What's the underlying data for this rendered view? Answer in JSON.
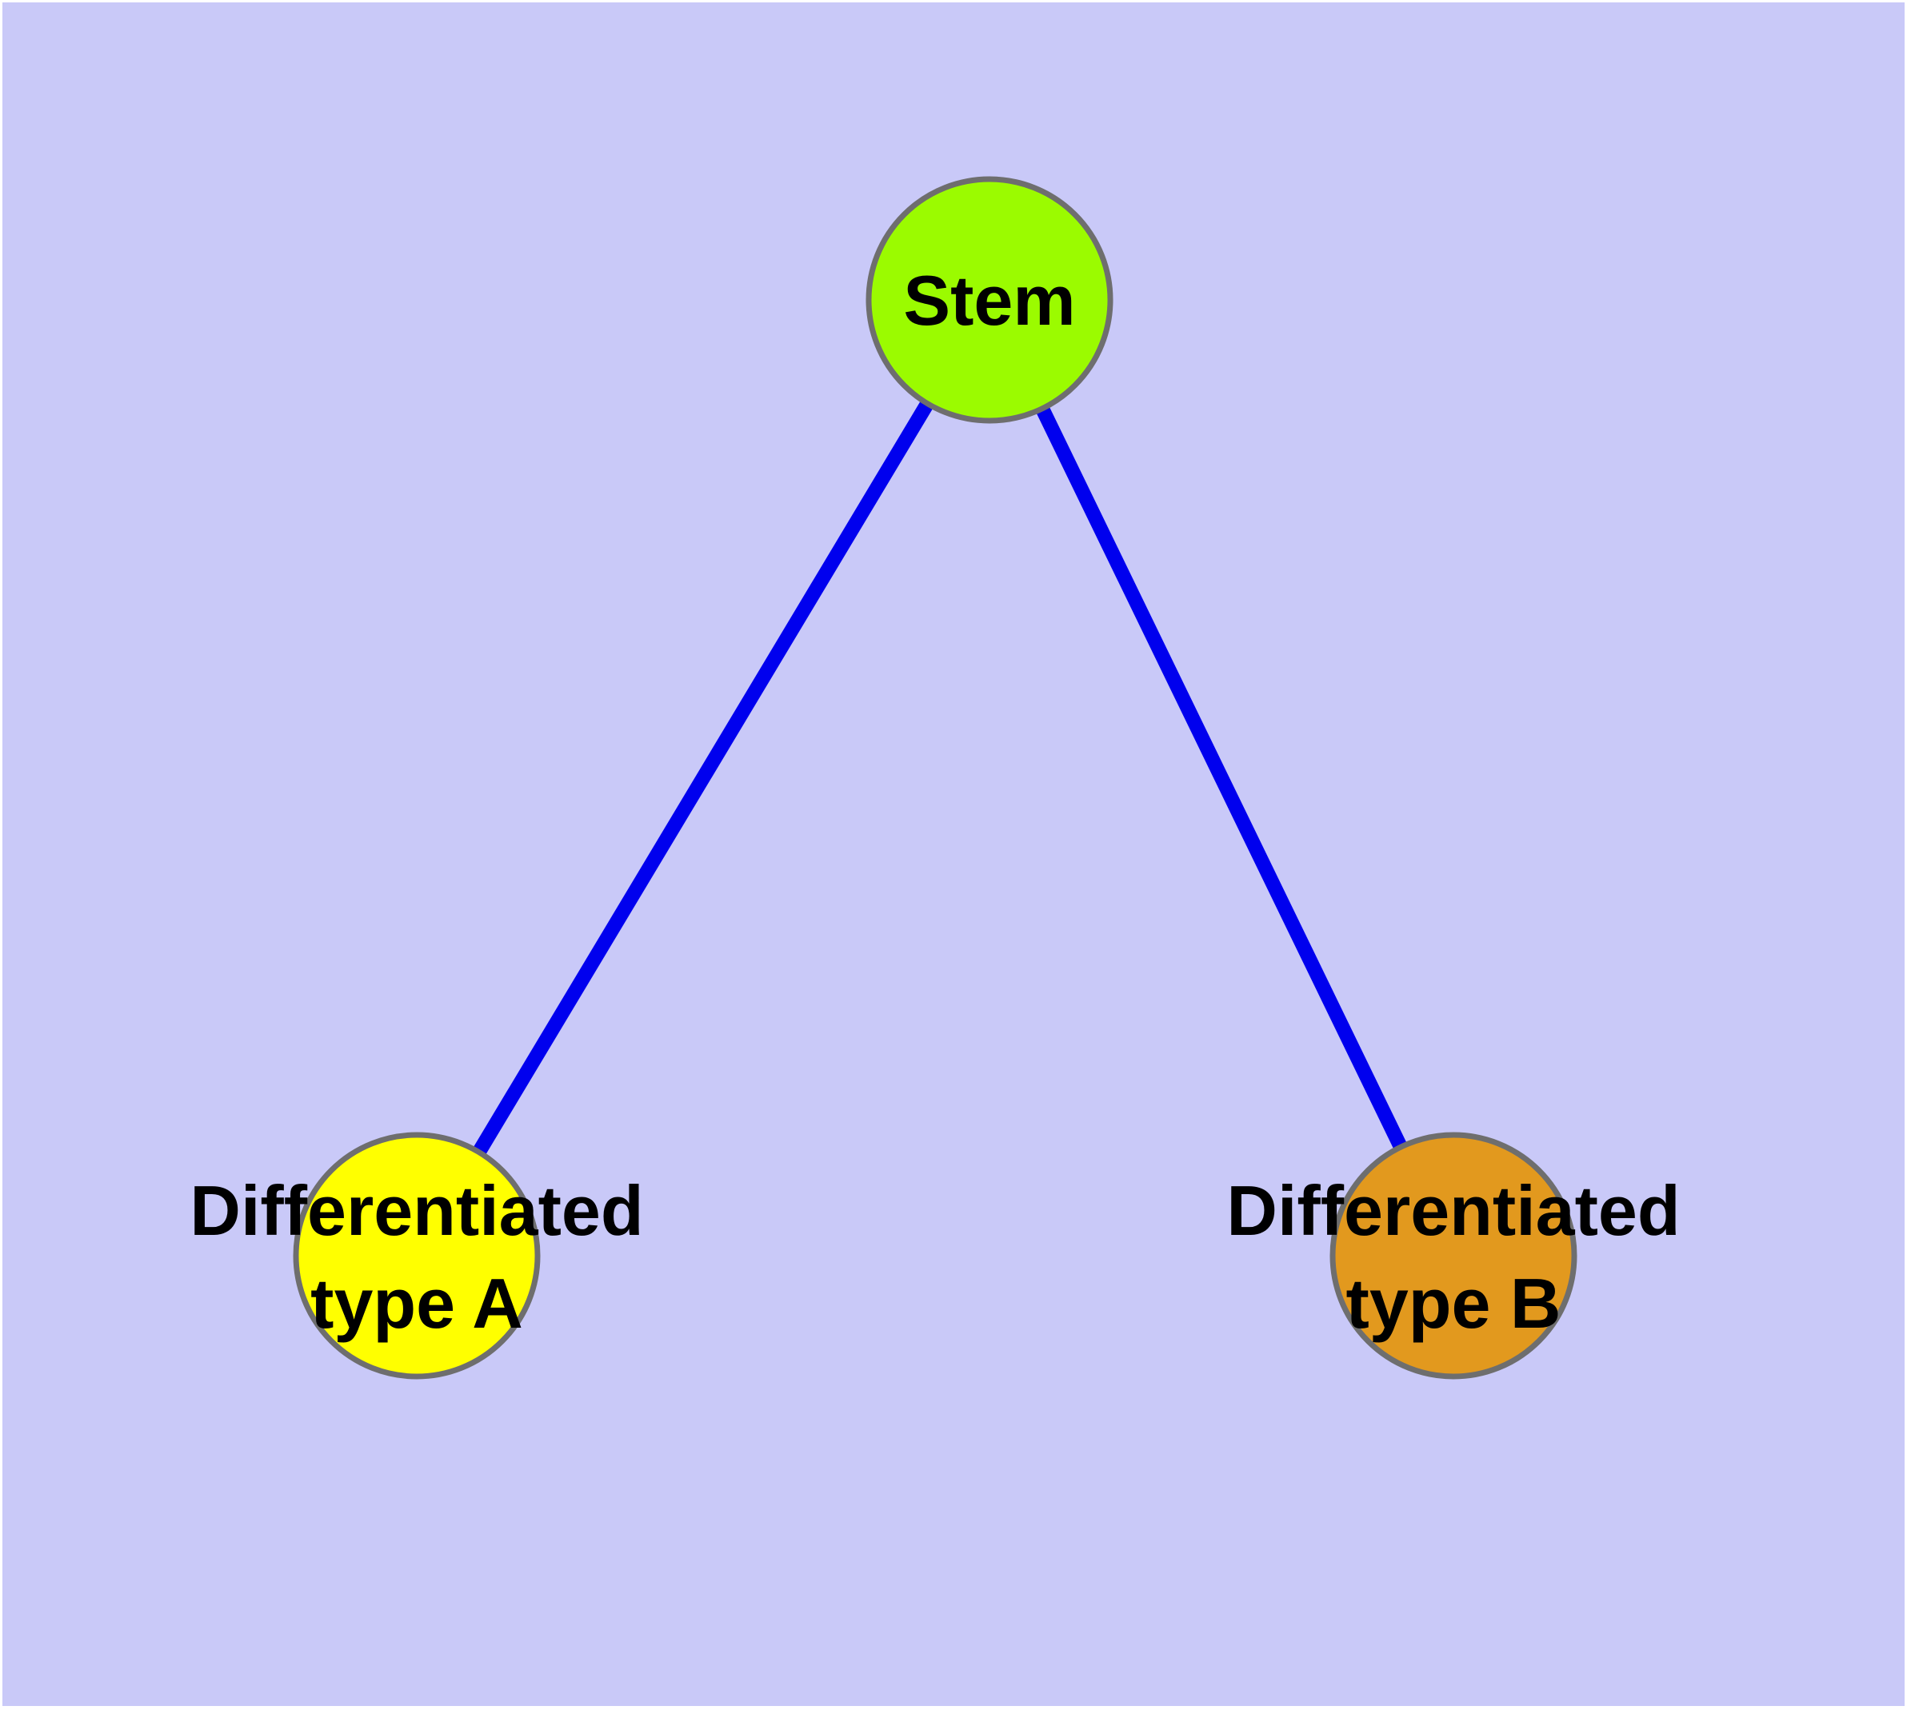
{
  "diagram": {
    "background_color": "#C9C9F8",
    "frame_color": "#FFFFFF",
    "edge_color": "#0000EE",
    "node_border_color": "#6E6E6E",
    "label_color": "#000000",
    "nodes": [
      {
        "id": "stem",
        "label": "Stem",
        "label_line1": "Stem",
        "label_line2": "",
        "fill": "#9BFB00"
      },
      {
        "id": "differentiated-type-a",
        "label": "Differentiated type A",
        "label_line1": "Differentiated",
        "label_line2": "type A",
        "fill": "#FFFF00"
      },
      {
        "id": "differentiated-type-b",
        "label": "Differentiated type B",
        "label_line1": "Differentiated",
        "label_line2": "type B",
        "fill": "#E2991E"
      }
    ],
    "edges": [
      {
        "from": "Stem",
        "to": "Differentiated type A"
      },
      {
        "from": "Stem",
        "to": "Differentiated type B"
      }
    ]
  }
}
